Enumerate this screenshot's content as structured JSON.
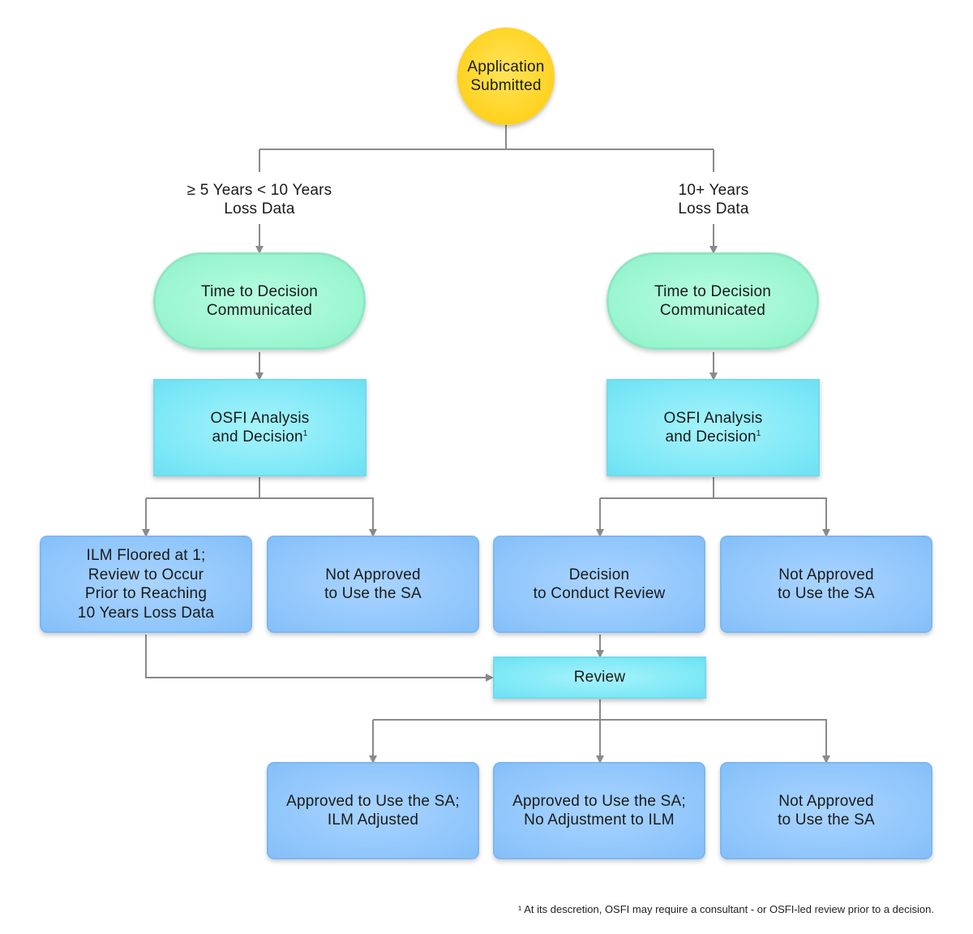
{
  "nodes": {
    "start": "Application\nSubmitted",
    "left_label": "≥ 5 Years < 10 Years\nLoss Data",
    "right_label": "10+ Years\nLoss Data",
    "left_time": "Time to Decision\nCommunicated",
    "right_time": "Time to Decision\nCommunicated",
    "left_analysis": "OSFI Analysis\nand Decision",
    "right_analysis": "OSFI Analysis\nand Decision",
    "analysis_sup": "1",
    "ilm_floored": "ILM Floored at 1;\nReview to Occur\nPrior to Reaching\n10 Years Loss Data",
    "left_not_approved": "Not Approved\nto Use the SA",
    "conduct_review": "Decision\nto Conduct Review",
    "right_not_approved": "Not Approved\nto Use the SA",
    "review": "Review",
    "approved_adjusted": "Approved to Use the SA;\nILM Adjusted",
    "approved_no_adjustment": "Approved to Use the SA;\nNo Adjustment to ILM",
    "review_not_approved": "Not Approved\nto Use the SA"
  },
  "footnote": "¹ At its descretion, OSFI may require a consultant - or OSFI-led review prior to a decision.",
  "colors": {
    "start": "#ffd21f",
    "time_pill": "#98f5cf",
    "analysis_box": "#78e6f6",
    "outcome_box": "#8ec5fb",
    "connector": "#8a8a8a"
  }
}
